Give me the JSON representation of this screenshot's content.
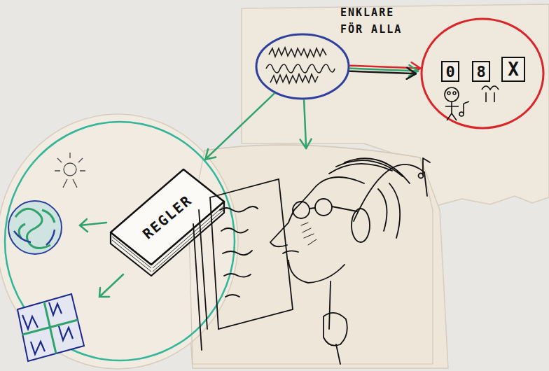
{
  "diagram": {
    "nodes": [
      {
        "text": []
      },
      {
        "text": [
          "0",
          "8",
          "X"
        ]
      },
      {
        "text": []
      },
      {
        "text": [
          "REGLER"
        ],
        "in": 2
      },
      {
        "text": []
      }
    ],
    "edges": [
      {
        "from": 0,
        "to": 1,
        "arrow": "to",
        "label": "ENKLARE FÖR ALLA"
      },
      {
        "from": 0,
        "to": 2,
        "arrow": "to"
      },
      {
        "from": 0,
        "to": 4,
        "arrow": "to"
      }
    ]
  }
}
